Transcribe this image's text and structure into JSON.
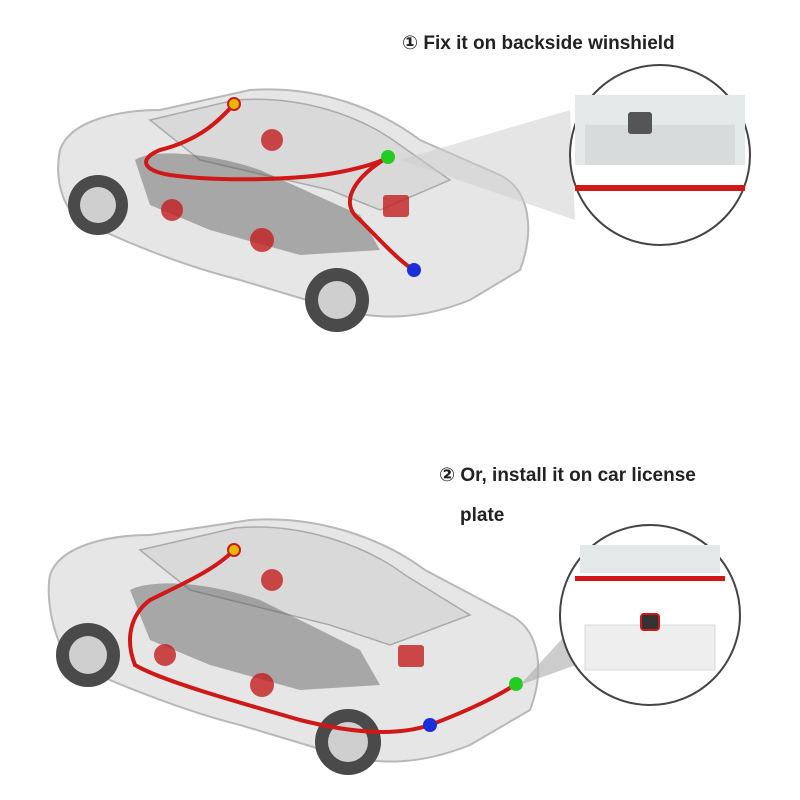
{
  "step1": {
    "caption": "① Fix it on backside winshield"
  },
  "step2": {
    "caption_line1": "② Or, install it on car license",
    "caption_line2": "plate"
  },
  "colors": {
    "wire": "#d01818",
    "marker_dvr": "#e8b800",
    "marker_camera": "#22cc22",
    "marker_reverse": "#1a2fd8",
    "car_body": "#e6e6e6"
  }
}
